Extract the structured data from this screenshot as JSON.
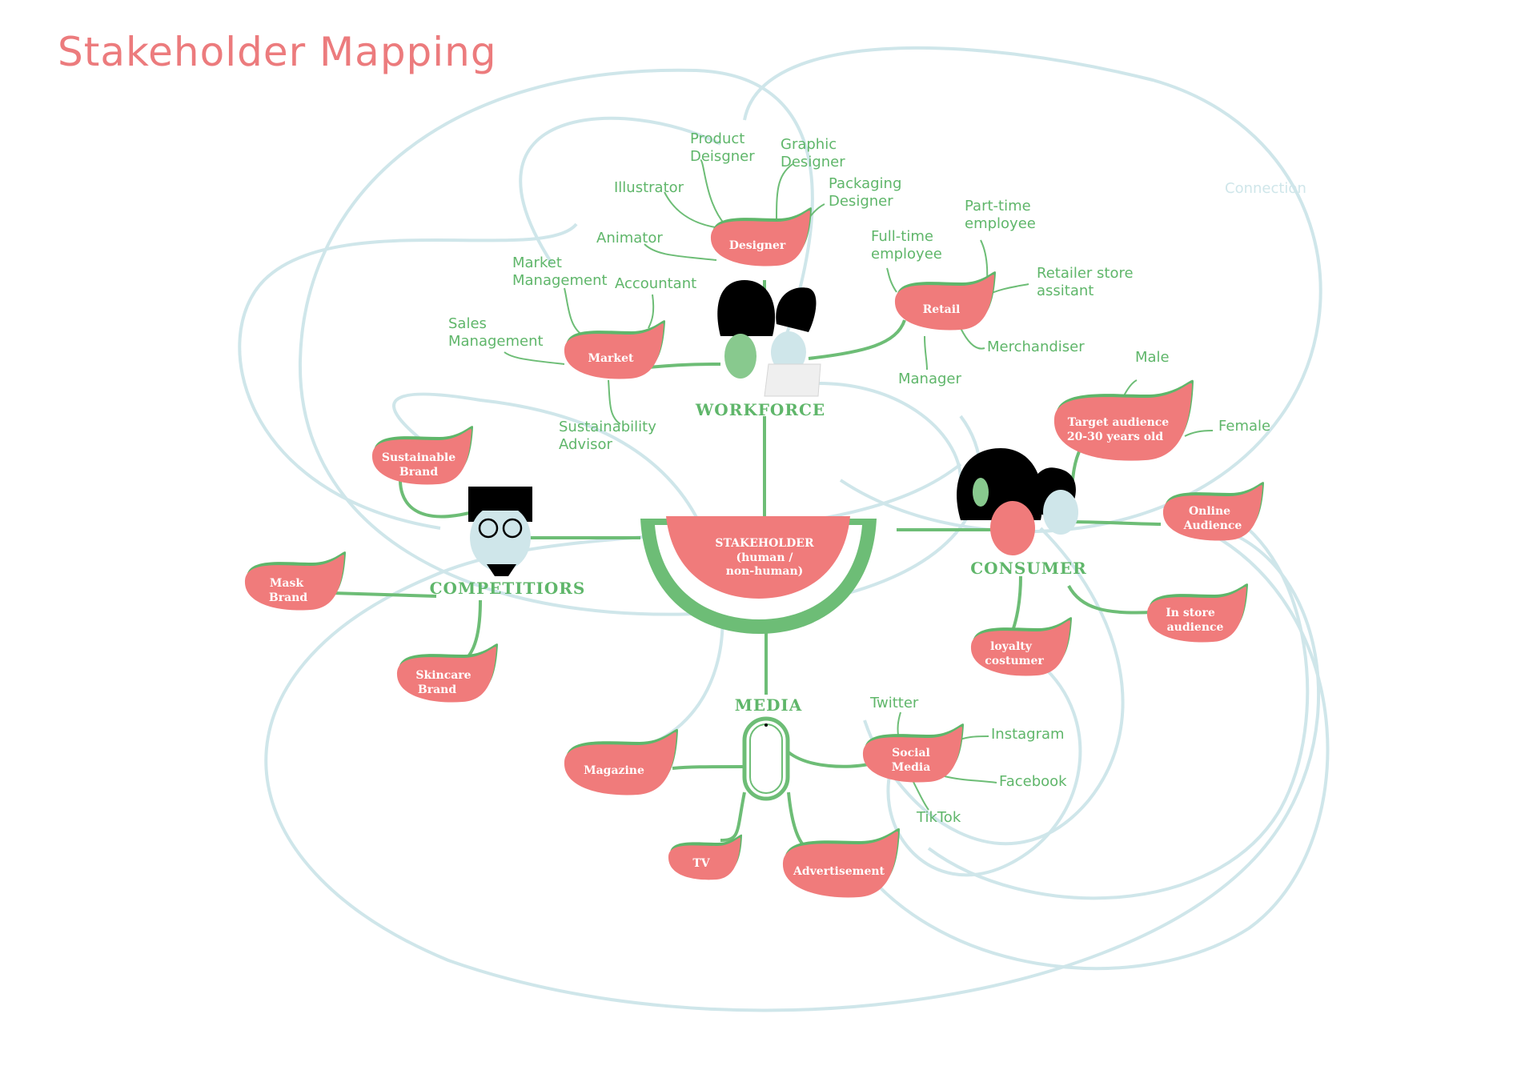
{
  "title": "Stakeholder Mapping",
  "legend": {
    "connection": "Connection"
  },
  "colors": {
    "title": "#ec7b7d",
    "node": "#f07b7b",
    "hub": "#5fb66a",
    "connection": "#cfe6ea",
    "edge": "#6dbd76"
  },
  "center": {
    "title": "STAKEHOLDER",
    "subtitle_line1": "(human /",
    "subtitle_line2": "non-human)"
  },
  "hubs": {
    "workforce": "WORKFORCE",
    "consumer": "CONSUMER",
    "competitors": "COMPETITIORS",
    "media": "MEDIA"
  },
  "nodes": {
    "designer": "Designer",
    "retail": "Retail",
    "market": "Market",
    "sustainable_brand_1": "Sustainable",
    "sustainable_brand_2": "Brand",
    "mask_brand_1": "Mask",
    "mask_brand_2": "Brand",
    "skincare_brand_1": "Skincare",
    "skincare_brand_2": "Brand",
    "target_audience_1": "Target audience",
    "target_audience_2": "20-30 years old",
    "online_audience_1": "Online",
    "online_audience_2": "Audience",
    "in_store_audience_1": "In store",
    "in_store_audience_2": "audience",
    "loyalty_customer_1": "loyalty",
    "loyalty_customer_2": "costumer",
    "magazine": "Magazine",
    "social_media_1": "Social",
    "social_media_2": "Media",
    "tv": "TV",
    "advertisement": "Advertisement"
  },
  "leaves": {
    "product_designer_1": "Product",
    "product_designer_2": "Deisgner",
    "graphic_designer_1": "Graphic",
    "graphic_designer_2": "Designer",
    "packaging_designer_1": "Packaging",
    "packaging_designer_2": "Designer",
    "illustrator": "Illustrator",
    "animator": "Animator",
    "part_time_1": "Part-time",
    "part_time_2": "employee",
    "full_time_1": "Full-time",
    "full_time_2": "employee",
    "retailer_store_1": "Retailer store",
    "retailer_store_2": "assitant",
    "merchandiser": "Merchandiser",
    "manager": "Manager",
    "market_management_1": "Market",
    "market_management_2": "Management",
    "accountant": "Accountant",
    "sales_management_1": "Sales",
    "sales_management_2": "Management",
    "sustainability_advisor_1": "Sustainability",
    "sustainability_advisor_2": "Advisor",
    "male": "Male",
    "female": "Female",
    "twitter": "Twitter",
    "instagram": "Instagram",
    "facebook": "Facebook",
    "tiktok": "TikTok"
  }
}
